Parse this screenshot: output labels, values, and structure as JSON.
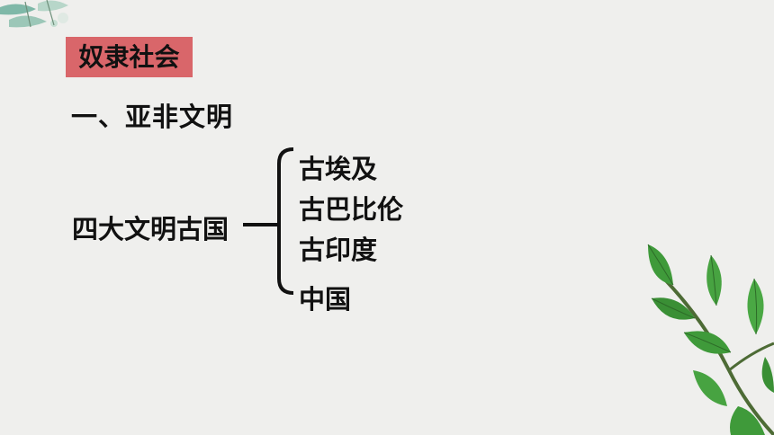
{
  "slide": {
    "title": "奴隶社会",
    "section_heading": "一、亚非文明",
    "topic": "四大文明古国",
    "items": [
      "古埃及",
      "古巴比伦",
      "古印度",
      "中国"
    ]
  },
  "colors": {
    "background": "#efefed",
    "title_tag": "#d9666a",
    "text": "#111111",
    "leaf": "#3f9a3a",
    "branch": "#4d6b35"
  }
}
